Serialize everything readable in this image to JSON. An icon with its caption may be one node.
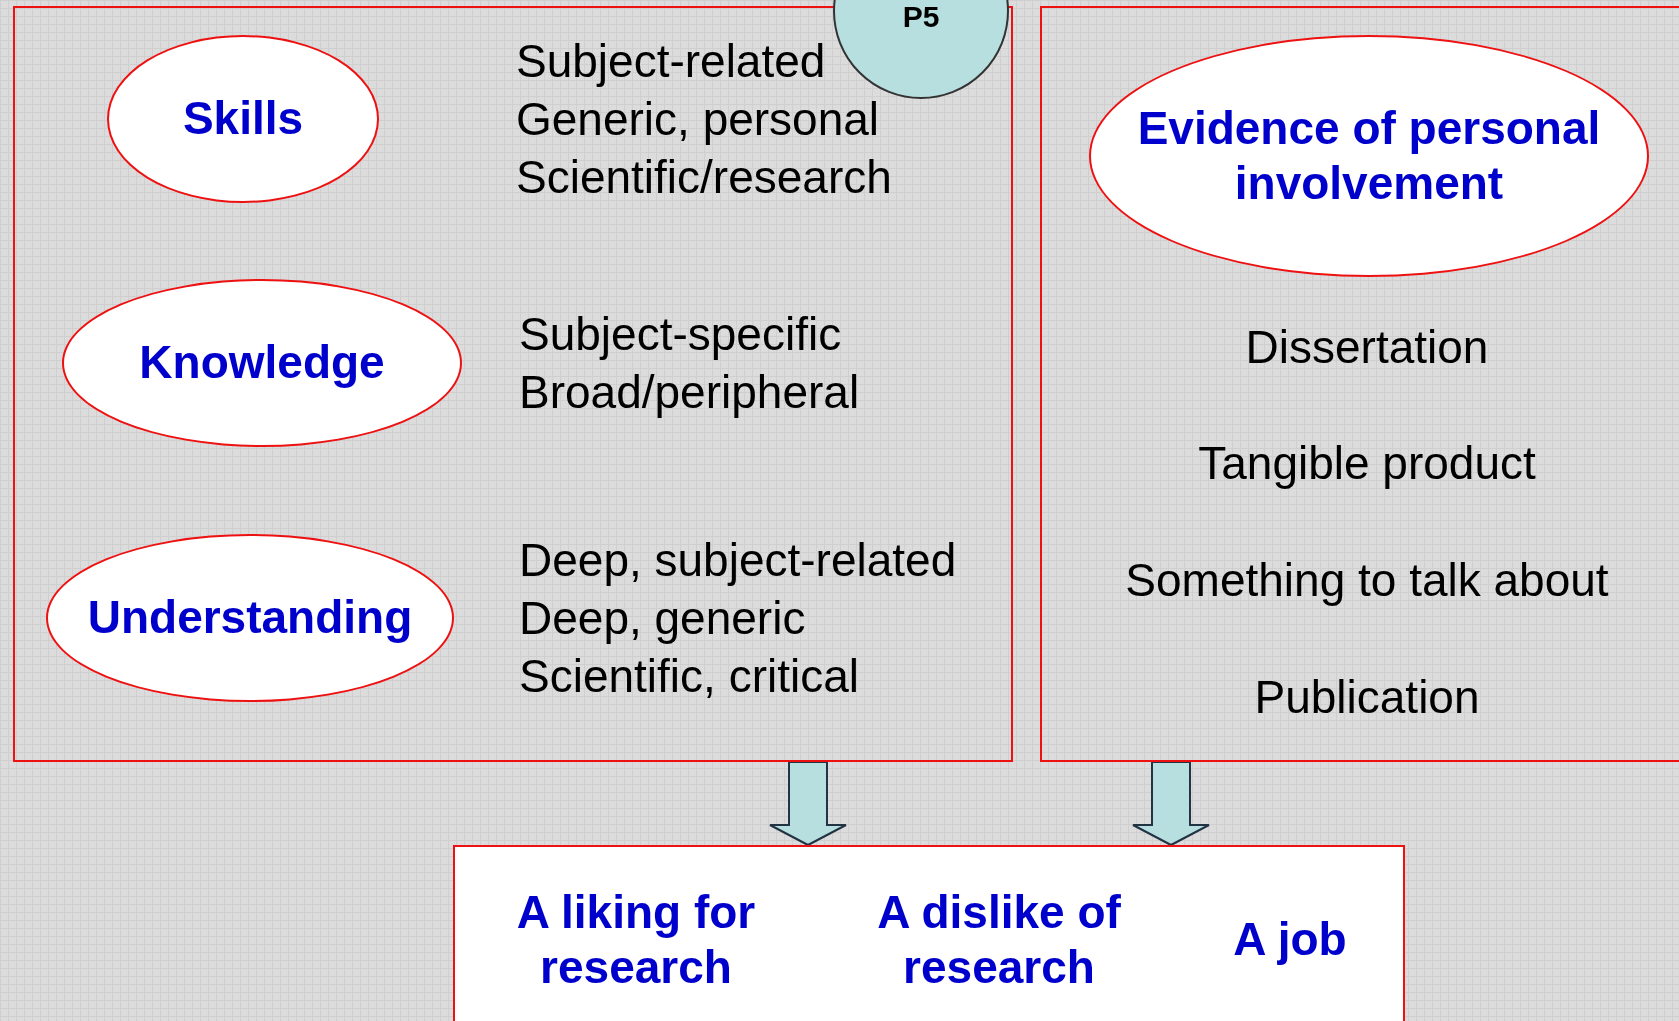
{
  "diagram": {
    "nodes": [
      {
        "text": [],
        "shape": "box"
      },
      {
        "text": [
          "Skills"
        ],
        "in": 0
      },
      {
        "text": [
          "Knowledge"
        ],
        "in": 0
      },
      {
        "text": [
          "Understanding"
        ],
        "in": 0
      },
      {
        "text": [
          "P5"
        ]
      },
      {
        "text": [],
        "shape": "box"
      },
      {
        "text": [
          "Evidence of personal involvement"
        ],
        "in": 5
      },
      {
        "text": [
          "A liking for research",
          "A dislike of research",
          "A job"
        ]
      }
    ],
    "edges": [
      {
        "from": 0,
        "to": 7,
        "arrow": "to",
        "style": "thick"
      },
      {
        "from": 5,
        "to": 7,
        "arrow": "to",
        "style": "thick"
      }
    ],
    "labels": [
      "Subject-related",
      "Generic, personal",
      "Scientific/research",
      "Subject-specific",
      "Broad/peripheral",
      "Deep, subject-related",
      "Deep, generic",
      "Scientific, critical",
      "Dissertation",
      "Tangible product",
      "Something to talk about",
      "Publication"
    ]
  }
}
